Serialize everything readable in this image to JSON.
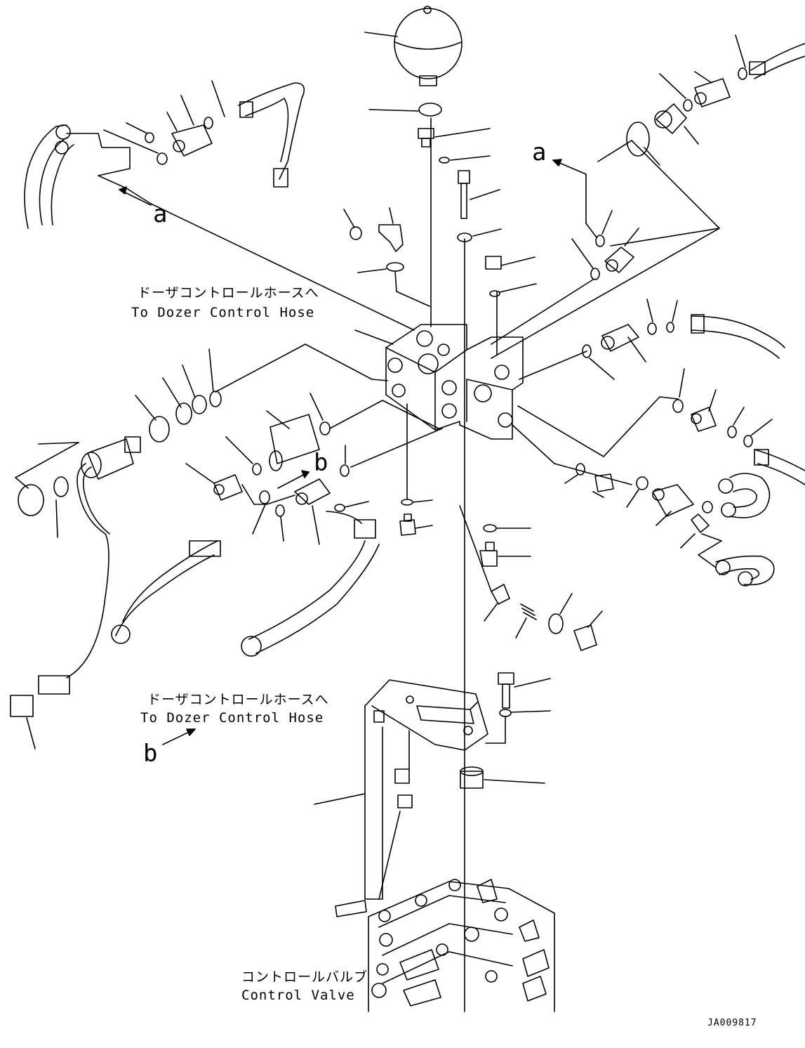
{
  "labels": {
    "dozer_hose_top_jp": "ドーザコントロールホースへ",
    "dozer_hose_top_en": "To Dozer Control Hose",
    "dozer_hose_bottom_jp": "ドーザコントロールホースへ",
    "dozer_hose_bottom_en": "To Dozer Control Hose",
    "control_valve_jp": "コントロールバルブ",
    "control_valve_en": "Control Valve"
  },
  "reference_marks": {
    "a_left": "a",
    "a_right": "a",
    "b_mid": "b",
    "b_bottom": "b"
  },
  "figure_code": "JA009817",
  "colors": {
    "line": "#000000",
    "background": "#ffffff"
  }
}
